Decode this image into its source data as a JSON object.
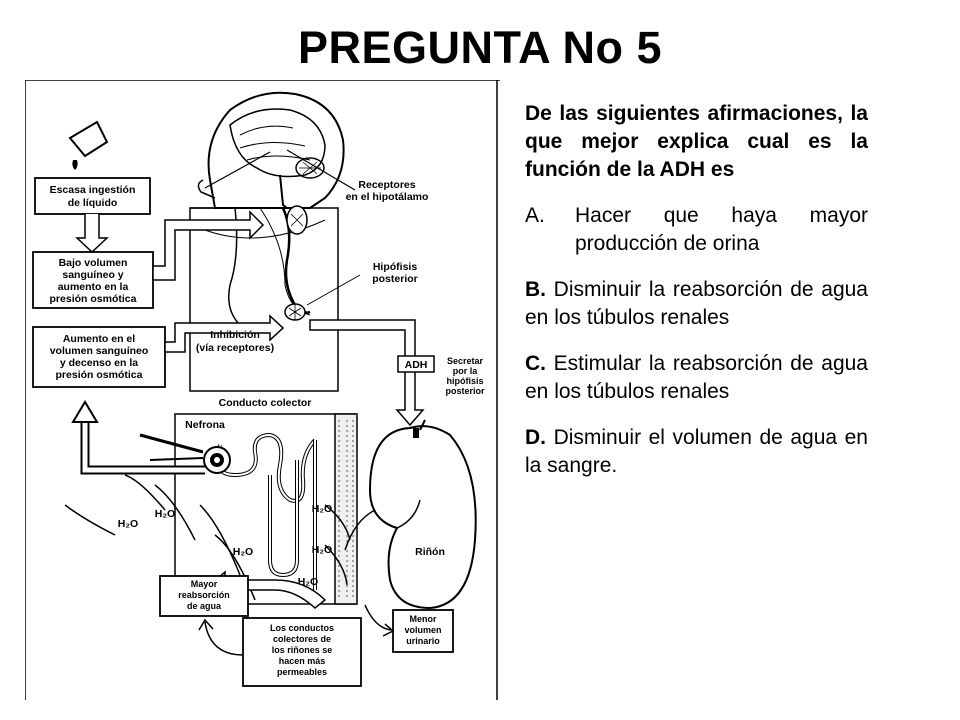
{
  "title": "PREGUNTA No 5",
  "diagram": {
    "labels": {
      "intake": [
        "Escasa ingestión",
        "de líquido"
      ],
      "low_volume": [
        "Bajo volumen",
        "sanguíneo y",
        "aumento en la",
        "presión osmótica"
      ],
      "increase_volume": [
        "Aumento en el",
        "volumen sanguíneo",
        "y decenso en la",
        "presión osmótica"
      ],
      "receptors": [
        "Receptores",
        "en el hipotálamo"
      ],
      "pituitary": [
        "Hipófisis",
        "posterior"
      ],
      "inhibition": [
        "Inhibición",
        "(vía receptores)"
      ],
      "adh": "ADH",
      "secrete": [
        "Secretar",
        "por la",
        "hipófisis",
        "posterior"
      ],
      "duct": "Conducto colector",
      "nephron": "Nefrona",
      "kidney": "Riñón",
      "water": "H₂O",
      "reabsorption": [
        "Mayor",
        "reabsorción",
        "de agua"
      ],
      "less_urine": [
        "Menor",
        "volumen",
        "urinario"
      ],
      "permeable": [
        "Los conductos",
        "colectores de",
        "los riñones se",
        "hacen más",
        "permeables"
      ]
    }
  },
  "question": {
    "stem": "De las siguientes afirmaciones, la que mejor explica cual es la función de la ADH es",
    "options": [
      {
        "letter": "A.",
        "text": "Hacer  que haya mayor producción de orina"
      },
      {
        "letter": "B.",
        "text": "Disminuir la reabsorción de agua en los túbulos renales"
      },
      {
        "letter": "C.",
        "text": "Estimular  la reabsorción de agua en los túbulos renales"
      },
      {
        "letter": "D.",
        "text": "Disminuir el volumen de agua en la sangre."
      }
    ]
  }
}
